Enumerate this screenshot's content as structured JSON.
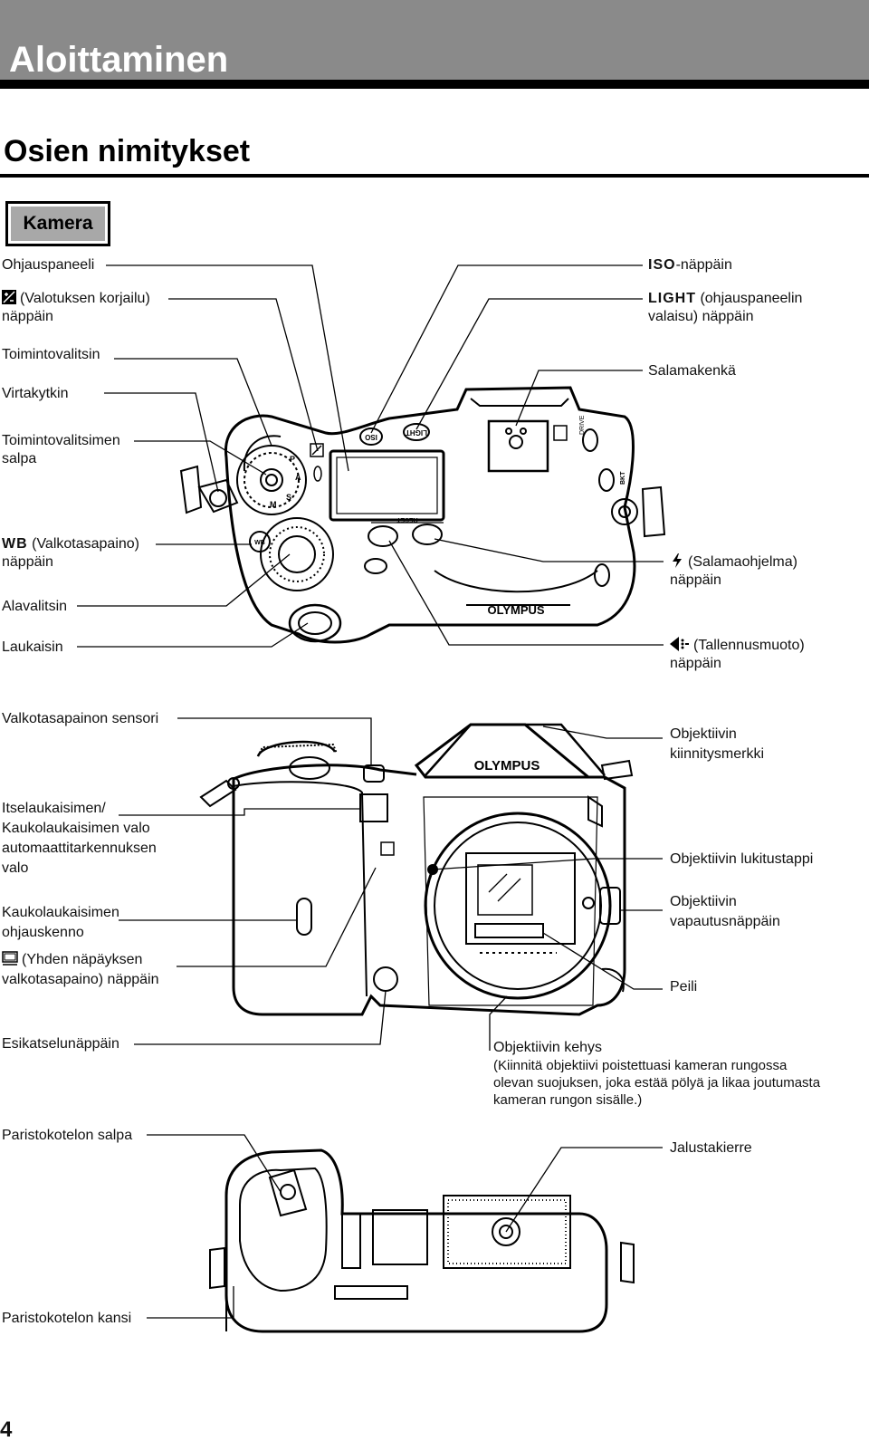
{
  "header": {
    "title": "Aloittaminen"
  },
  "section": {
    "title": "Osien nimitykset"
  },
  "tab": {
    "label": "Kamera"
  },
  "labels": {
    "ohjauspaneeli": "Ohjauspaneeli",
    "valotus_line1": "(Valotuksen korjailu)",
    "valotus_line2": "näppäin",
    "toimintovalitsin": "Toimintovalitsin",
    "virtakytkin": "Virtakytkin",
    "salpa_line1": "Toimintovalitsimen",
    "salpa_line2": "salpa",
    "wb_prefix": "WB",
    "wb_line1": "(Valkotasapaino)",
    "wb_line2": "näppäin",
    "alavalitsin": "Alavalitsin",
    "laukaisin": "Laukaisin",
    "iso_prefix": "ISO",
    "iso_suffix": "-näppäin",
    "light_prefix": "LIGHT",
    "light_line1": "(ohjauspaneelin",
    "light_line2": "valaisu) näppäin",
    "salamakenka": "Salamakenkä",
    "salama_line1": "(Salamaohjelma)",
    "salama_line2": "näppäin",
    "tallennus_line1": "(Tallennusmuoto)",
    "tallennus_line2": "näppäin",
    "wb_sensori": "Valkotasapainon sensori",
    "itse_line1": "Itselaukaisimen/",
    "itse_line2": "Kaukolaukaisimen valo",
    "itse_line3": "automaattitarkennuksen",
    "itse_line4": "valo",
    "kauko_line1": "Kaukolaukaisimen",
    "kauko_line2": "ohjauskenno",
    "yhden_line1": "(Yhden näpäyksen",
    "yhden_line2": "valkotasapaino) näppäin",
    "kiinnitys_line1": "Objektiivin",
    "kiinnitys_line2": "kiinnitysmerkki",
    "lukitustappi": "Objektiivin lukitustappi",
    "vapautus_line1": "Objektiivin",
    "vapautus_line2": "vapautusnäppäin",
    "peili": "Peili",
    "esikatselu": "Esikatselunäppäin",
    "kehys_title": "Objektiivin kehys",
    "kehys_note1": "(Kiinnitä objektiivi poistettuasi kameran rungossa",
    "kehys_note2": "olevan suojuksen, joka estää pölyä ja likaa joutumasta",
    "kehys_note3": "kameran rungon sisälle.)",
    "paristo_salpa": "Paristokotelon salpa",
    "jalustakierre": "Jalustakierre",
    "paristo_kansi": "Paristokotelon kansi"
  },
  "camera_marks": {
    "brand": "OLYMPUS",
    "iso": "ISO",
    "light": "LIGHT",
    "drive": "DRIVE",
    "bkt": "BKT",
    "wb": "WB",
    "reset": "RESET",
    "mode_a": "A",
    "mode_p": "P",
    "mode_s": "S",
    "mode_m": "M"
  },
  "page": {
    "number": "4"
  }
}
